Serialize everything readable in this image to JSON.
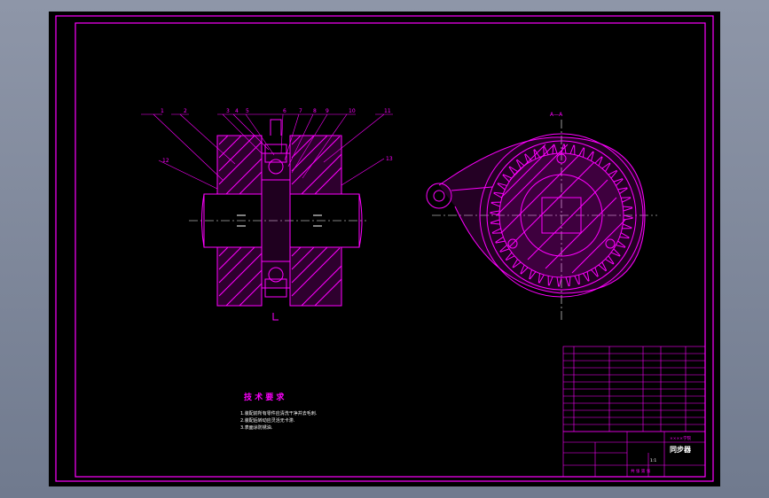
{
  "colors": {
    "canvas": "#000000",
    "line": "#ff00ff",
    "text": "#ffffff",
    "center": "#ffffff",
    "hatch": "#ff00ff"
  },
  "drawing": {
    "tech_title": "技 术 要 求",
    "tech_notes": [
      "1.装配前所有零件应清洗干净并去毛刺.",
      "2.装配后转动应灵活无卡滞.",
      "3.表面涂防锈油."
    ],
    "view_label": "A—A",
    "balloons": [
      "1",
      "2",
      "3",
      "4",
      "5",
      "6",
      "7",
      "8",
      "9",
      "10",
      "11",
      "12",
      "13"
    ],
    "title_block_name": "同步器",
    "title_block_company": "××××学院",
    "title_block_scale": "1:1",
    "title_block_sheet": "共 张 第 张"
  }
}
